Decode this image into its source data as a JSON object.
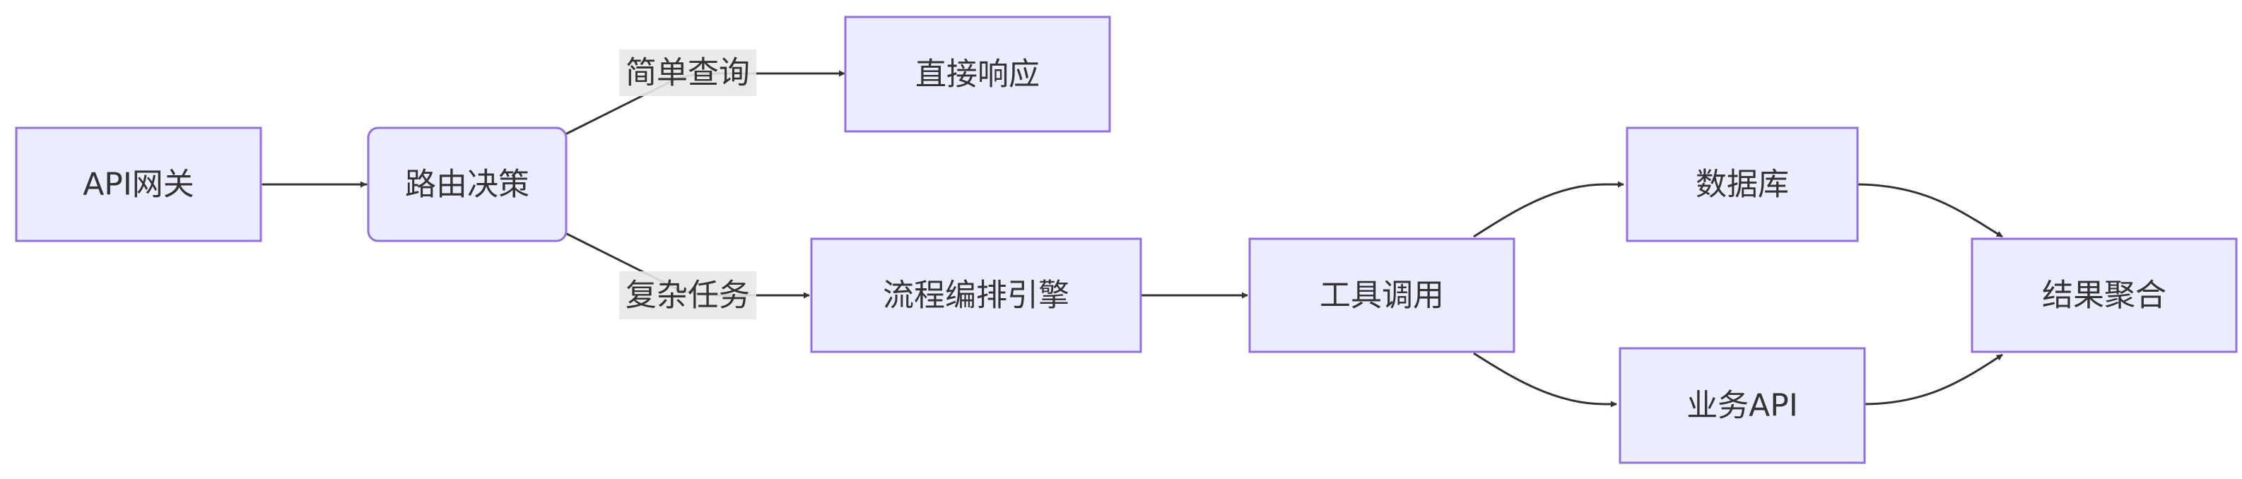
{
  "diagram": {
    "nodes": {
      "api_gateway": "API网关",
      "route_decision": "路由决策",
      "direct_response": "直接响应",
      "workflow_engine": "流程编排引擎",
      "tool_call": "工具调用",
      "database": "数据库",
      "business_api": "业务API",
      "result_aggregation": "结果聚合"
    },
    "edge_labels": {
      "simple_query": "简单查询",
      "complex_task": "复杂任务"
    },
    "colors": {
      "node_fill": "#ececff",
      "node_stroke": "#9370db",
      "edge": "#333333",
      "label_bg": "#e8e8e8",
      "text": "#333333"
    }
  }
}
